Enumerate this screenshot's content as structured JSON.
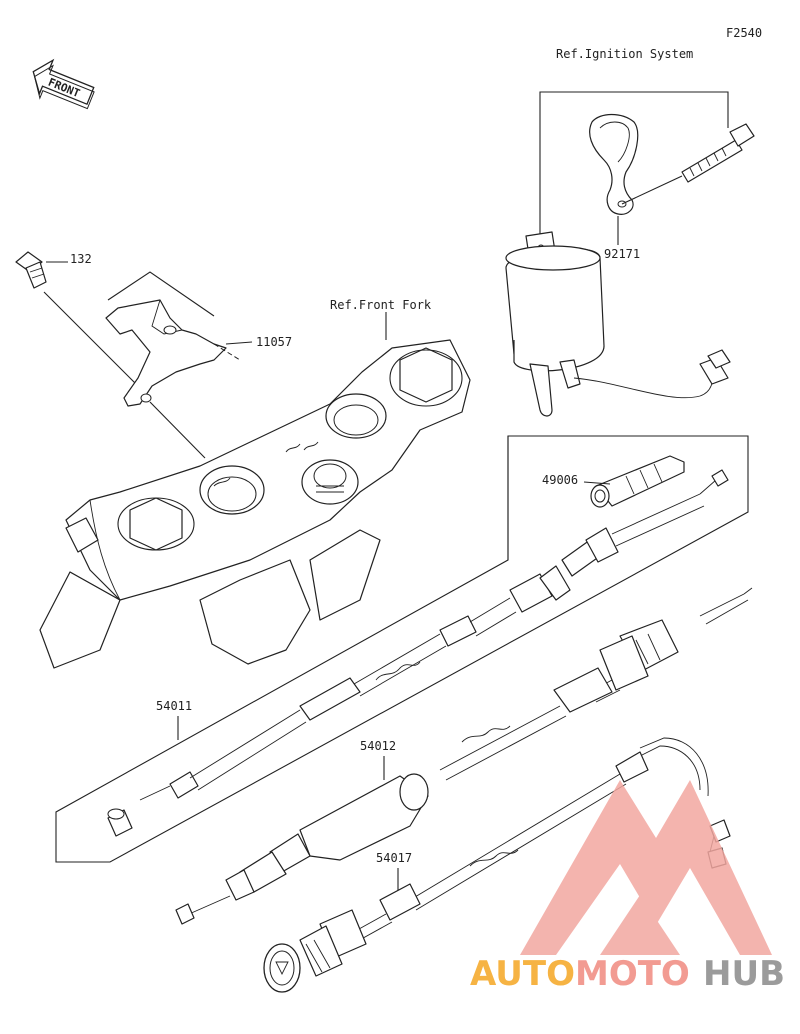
{
  "figure_code": "F2540",
  "references": {
    "ignition_system": "Ref.Ignition System",
    "front_fork": "Ref.Front Fork"
  },
  "direction_badge": "FRONT",
  "parts": [
    {
      "number": "132"
    },
    {
      "number": "11057"
    },
    {
      "number": "92171"
    },
    {
      "number": "49006"
    },
    {
      "number": "54011"
    },
    {
      "number": "54012"
    },
    {
      "number": "54017"
    }
  ],
  "watermark": {
    "auto": "AUTO",
    "moto": "MOTO",
    "hub": "HUB",
    "colors": {
      "triangle": "#f2a7a0",
      "auto": "#f5a623",
      "moto": "#f08a80",
      "hub": "#8a8a8a"
    }
  }
}
